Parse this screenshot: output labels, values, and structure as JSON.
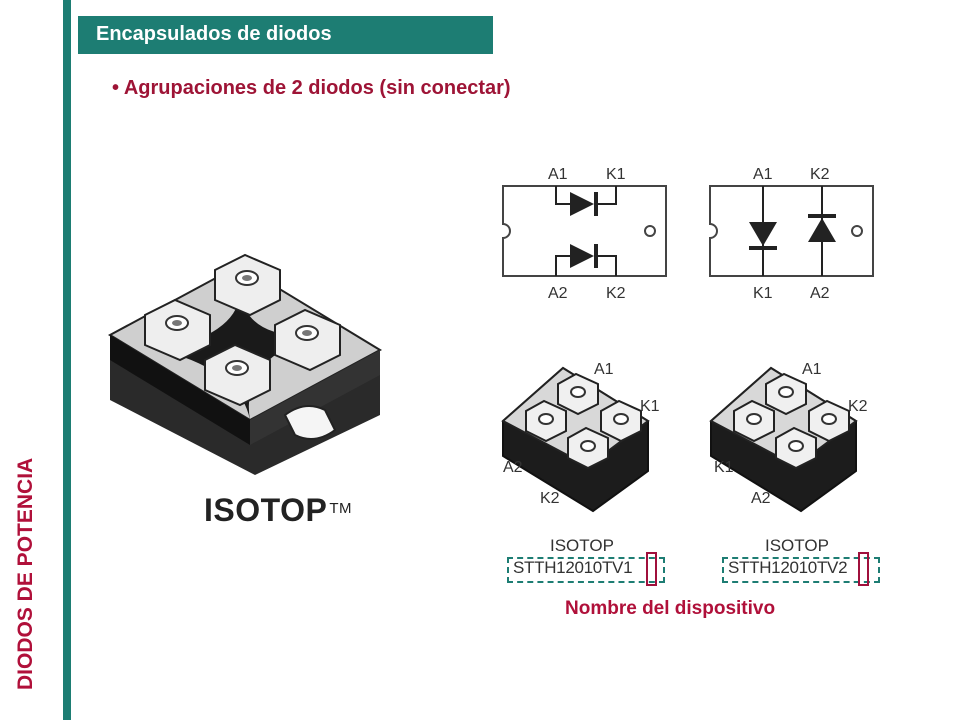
{
  "sidebar": {
    "title": "DIODOS DE POTENCIA"
  },
  "header": {
    "title": "Encapsulados de diodos"
  },
  "bullet": {
    "text": "• Agrupaciones de 2 diodos (sin conectar)"
  },
  "photo": {
    "label": "ISOTOP",
    "tm": "TM"
  },
  "schematic_left": {
    "top_left": "A1",
    "top_right": "K1",
    "bottom_left": "A2",
    "bottom_right": "K2"
  },
  "schematic_right": {
    "top_left": "A1",
    "top_right": "K2",
    "bottom_left": "K1",
    "bottom_right": "A2"
  },
  "pkg_left": {
    "a1": "A1",
    "k1": "K1",
    "a2": "A2",
    "k2": "K2",
    "name": "ISOTOP",
    "part_number": "STTH12010TV1"
  },
  "pkg_right": {
    "a1": "A1",
    "k2": "K2",
    "k1": "K1",
    "a2": "A2",
    "name": "ISOTOP",
    "part_number": "STTH12010TV2"
  },
  "caption": "Nombre del dispositivo",
  "colors": {
    "teal": "#1d7d73",
    "crimson": "#b0103a"
  }
}
